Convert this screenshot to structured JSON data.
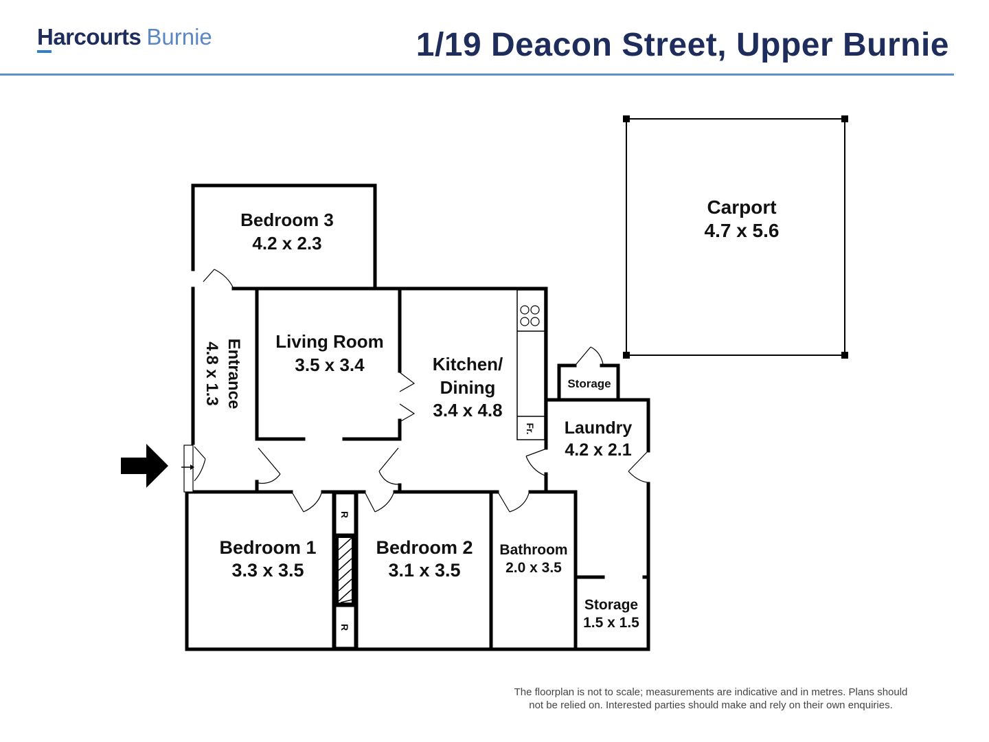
{
  "brand": {
    "name": "Harcourts",
    "office": "Burnie"
  },
  "title": "1/19 Deacon Street, Upper Burnie",
  "rooms": {
    "bedroom3": {
      "name": "Bedroom 3",
      "size": "4.2 x 2.3"
    },
    "living": {
      "name": "Living Room",
      "size": "3.5 x 3.4"
    },
    "kitchen": {
      "name_line1": "Kitchen/",
      "name_line2": "Dining",
      "size": "3.4 x 4.8"
    },
    "entrance": {
      "name": "Entrance",
      "size": "4.8 x 1.3"
    },
    "carport": {
      "name": "Carport",
      "size": "4.7 x 5.6"
    },
    "storage_small": {
      "name": "Storage"
    },
    "laundry": {
      "name": "Laundry",
      "size": "4.2 x 2.1"
    },
    "bedroom1": {
      "name": "Bedroom 1",
      "size": "3.3 x 3.5"
    },
    "bedroom2": {
      "name": "Bedroom 2",
      "size": "3.1 x 3.5"
    },
    "bathroom": {
      "name": "Bathroom",
      "size": "2.0 x 3.5"
    },
    "storage": {
      "name": "Storage",
      "size": "1.5 x 1.5"
    }
  },
  "fixtures": {
    "robe": "R",
    "fridge": "Fr."
  },
  "disclaimer": {
    "line1": "The floorplan is not to scale; measurements are indicative and in metres. Plans should",
    "line2": "not be relied on. Interested parties should make and rely on their own enquiries."
  },
  "colors": {
    "brand_navy": "#1e2d5b",
    "brand_blue": "#5b88c2",
    "rule_blue": "#5b8fcf",
    "wall": "#000000"
  }
}
